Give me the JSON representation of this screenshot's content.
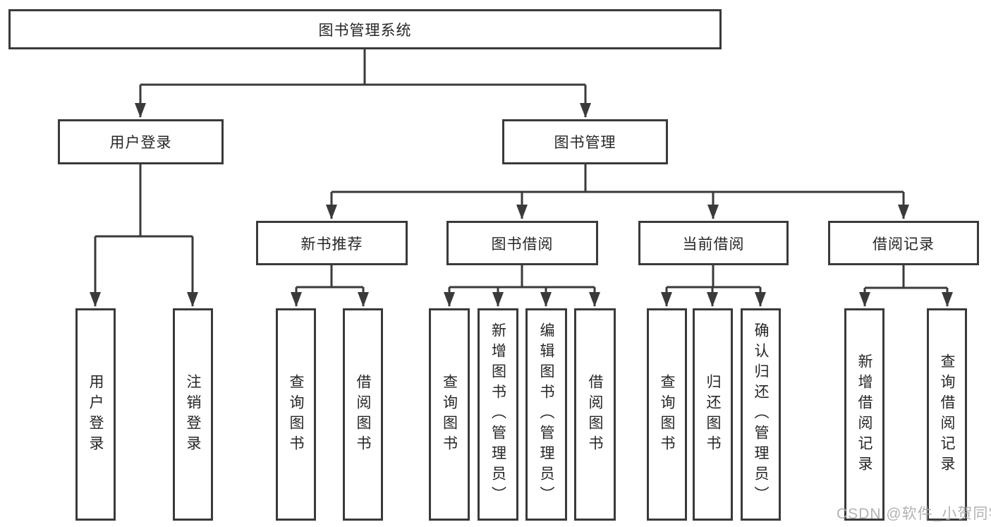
{
  "diagram": {
    "root": "图书管理系统",
    "level2": {
      "user_login": "用户登录",
      "book_mgmt": "图书管理"
    },
    "level3": {
      "new_books": "新书推荐",
      "book_borrow": "图书借阅",
      "current_borrow": "当前借阅",
      "borrow_records": "借阅记录"
    },
    "leaves": {
      "user_login": [
        "用户登录",
        "注销登录"
      ],
      "new_books": [
        "查询图书",
        "借阅图书"
      ],
      "book_borrow": [
        "查询图书",
        "新增图书（管理员）",
        "编辑图书（管理员）",
        "借阅图书"
      ],
      "current_borrow": [
        "查询图书",
        "归还图书",
        "确认归还（管理员）"
      ],
      "borrow_records": [
        "新增借阅记录",
        "查询借阅记录"
      ]
    }
  },
  "watermark": "CSDN @软件_小贺同学",
  "colors": {
    "line": "#3a3a3a",
    "text": "#262626",
    "watermark": "#aaaaaa",
    "background": "#ffffff"
  }
}
